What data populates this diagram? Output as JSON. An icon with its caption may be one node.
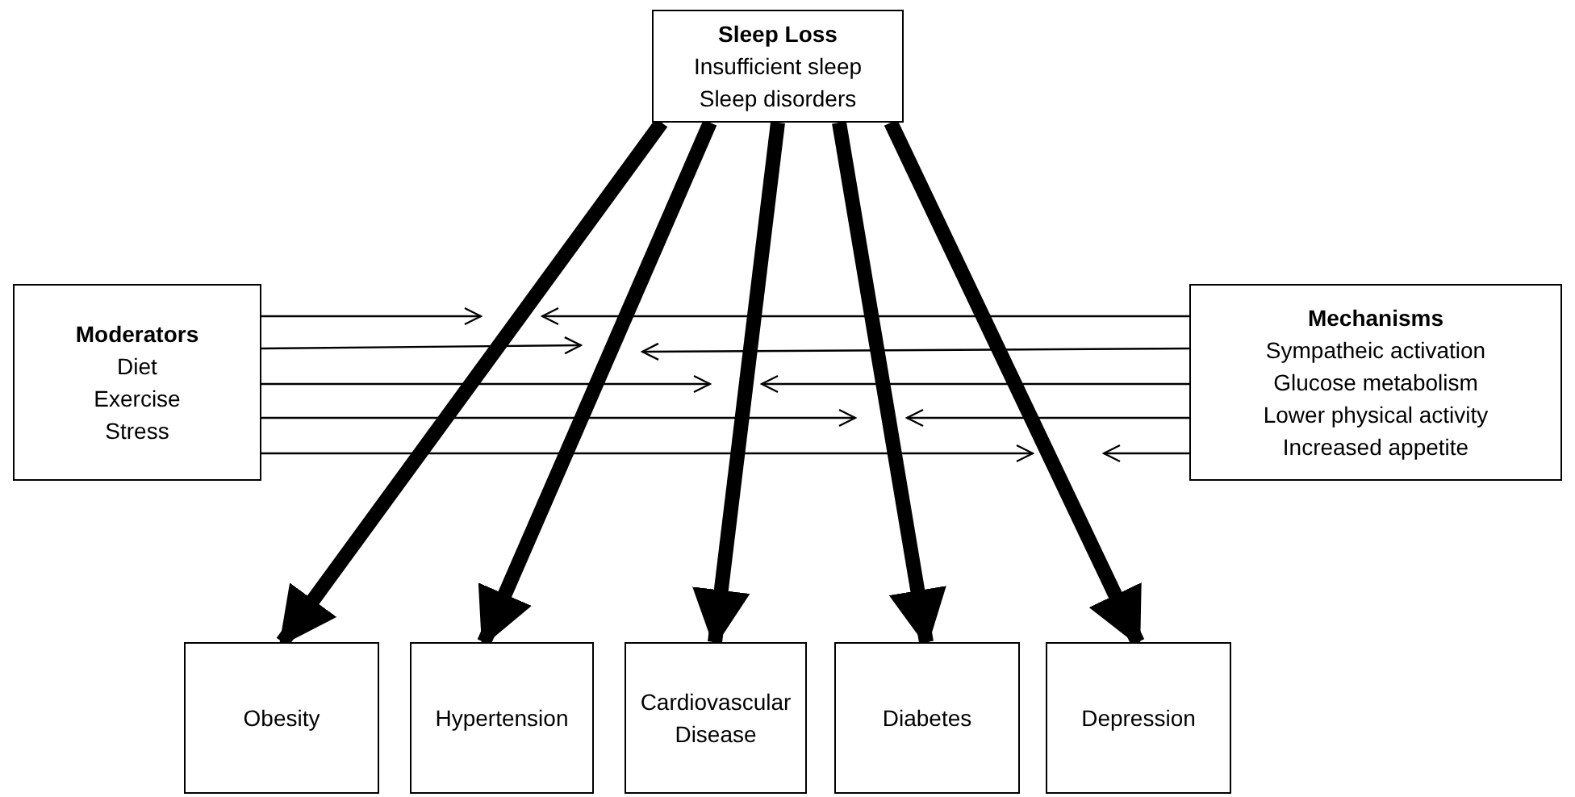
{
  "diagram": {
    "nodes": [
      {
        "text": [
          "Sleep Loss",
          "Insufficient sleep",
          "Sleep disorders"
        ]
      },
      {
        "text": [
          "Moderators",
          "Diet",
          "Exercise",
          "Stress"
        ]
      },
      {
        "text": [
          "Mechanisms",
          "Sympatheic activation",
          "Glucose metabolism",
          "Lower physical activity",
          "Increased appetite"
        ]
      },
      {
        "text": [
          "Obesity"
        ]
      },
      {
        "text": [
          "Hypertension"
        ]
      },
      {
        "text": [
          "Cardiovascular Disease"
        ]
      },
      {
        "text": [
          "Diabetes"
        ]
      },
      {
        "text": [
          "Depression"
        ]
      }
    ],
    "edges": [
      {
        "from": 0,
        "to": 3,
        "arrow": "to",
        "style": "thick"
      },
      {
        "from": 0,
        "to": 4,
        "arrow": "to",
        "style": "thick"
      },
      {
        "from": 0,
        "to": 5,
        "arrow": "to",
        "style": "thick"
      },
      {
        "from": 0,
        "to": 6,
        "arrow": "to",
        "style": "thick"
      },
      {
        "from": 0,
        "to": 7,
        "arrow": "to",
        "style": "thick"
      },
      {
        "from": 1,
        "to": null,
        "arrow": "to"
      },
      {
        "from": 1,
        "to": null,
        "arrow": "to"
      },
      {
        "from": 1,
        "to": null,
        "arrow": "to"
      },
      {
        "from": 1,
        "to": null,
        "arrow": "to"
      },
      {
        "from": 1,
        "to": null,
        "arrow": "to"
      },
      {
        "from": 2,
        "to": null,
        "arrow": "to"
      },
      {
        "from": 2,
        "to": null,
        "arrow": "to"
      },
      {
        "from": 2,
        "to": null,
        "arrow": "to"
      },
      {
        "from": 2,
        "to": null,
        "arrow": "to"
      },
      {
        "from": 2,
        "to": null,
        "arrow": "to"
      }
    ]
  }
}
